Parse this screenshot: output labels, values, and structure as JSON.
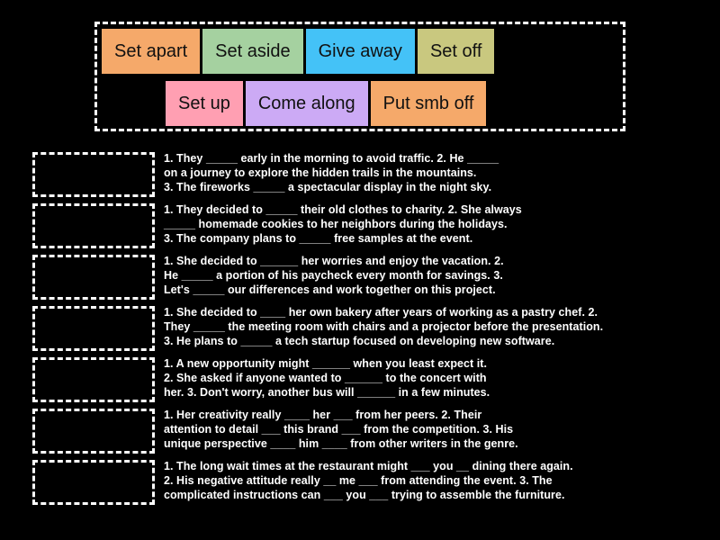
{
  "activity": {
    "type": "match-up-drag-and-drop",
    "background_color": "#000000",
    "text_color": "#ffffff"
  },
  "answer_bank": {
    "rows": [
      [
        {
          "label": "Set apart",
          "color": "#f5a96a"
        },
        {
          "label": "Set aside",
          "color": "#a5d1a0"
        },
        {
          "label": "Give away",
          "color": "#44c2f7"
        },
        {
          "label": "Set off",
          "color": "#c9c87f"
        }
      ],
      [
        {
          "label": "Set up",
          "color": "#ff9fb2"
        },
        {
          "label": "Come along",
          "color": "#ccaaf5"
        },
        {
          "label": "Put smb off",
          "color": "#f5a96a"
        }
      ]
    ]
  },
  "questions": [
    {
      "id": 1,
      "dropzone_label": "drop-zone-1",
      "text": "1. They _____ early in the morning to avoid traffic. 2. He _____\non a journey to explore the hidden trails in the mountains.\n3. The fireworks _____ a spectacular display in the night sky."
    },
    {
      "id": 2,
      "dropzone_label": "drop-zone-2",
      "text": "1. They decided to _____ their old clothes to charity. 2. She always\n_____ homemade cookies to her neighbors during the holidays.\n3. The company plans to _____ free samples at the event."
    },
    {
      "id": 3,
      "dropzone_label": "drop-zone-3",
      "text": "1. She decided to ______ her worries and enjoy the vacation. 2.\nHe _____ a portion of his paycheck every month for savings. 3.\nLet's _____ our differences and work together on this project."
    },
    {
      "id": 4,
      "dropzone_label": "drop-zone-4",
      "text": "1. She decided to ____ her own bakery after years of working as a pastry chef. 2.\nThey _____ the meeting room with chairs and a projector before the presentation.\n3. He plans to _____ a tech startup focused on developing new software."
    },
    {
      "id": 5,
      "dropzone_label": "drop-zone-5",
      "text": "1. A new opportunity might ______ when you least expect it.\n2. She asked if anyone wanted to ______ to the concert with\nher. 3. Don't worry, another bus will ______ in a few minutes."
    },
    {
      "id": 6,
      "dropzone_label": "drop-zone-6",
      "text": "1. Her creativity really ____ her ___ from her peers. 2. Their\nattention to detail ___ this brand ___ from the competition. 3. His\nunique perspective ____ him ____ from other writers in the genre."
    },
    {
      "id": 7,
      "dropzone_label": "drop-zone-7",
      "text": "1. The long wait times at the restaurant might ___ you __ dining there again.\n2. His negative attitude really __ me ___ from attending the event. 3. The\ncomplicated instructions can ___ you ___ trying to assemble the furniture."
    }
  ]
}
